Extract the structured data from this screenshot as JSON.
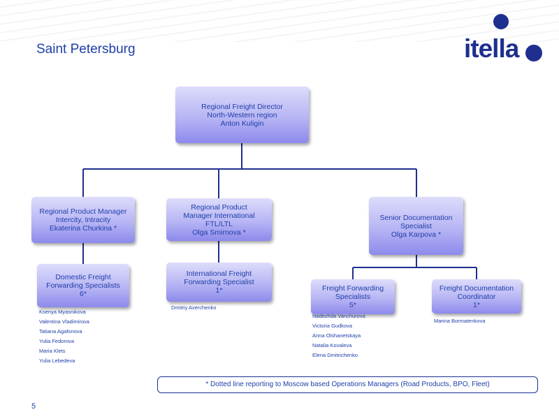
{
  "header": {
    "title": "Saint Petersburg",
    "logo_text": "itella",
    "brand_color": "#1e2f8f"
  },
  "org": {
    "director": {
      "lines": [
        "Regional Freight Director",
        "North-Western region",
        "Anton Kuligin"
      ]
    },
    "managers": [
      {
        "lines": [
          "Regional Product Manager",
          "Intercity, Intracity",
          "Ekaterina Churkina *"
        ],
        "team": {
          "lines": [
            "Domestic Freight",
            "Forwarding Specialists",
            "6*"
          ],
          "members": [
            "Ksenya Myasnikova",
            "Valentina Vladimirova",
            "Tatiana Agafonova",
            "Yulia Fedorova",
            "Maria Klets",
            "Yulia Lebedeva"
          ]
        }
      },
      {
        "lines": [
          "Regional Product",
          "Manager International",
          "FTL/LTL",
          "Olga Smirnova *"
        ],
        "team": {
          "lines": [
            "International Freight",
            "Forwarding Specialist",
            "1*"
          ],
          "members": [
            "Dmitriy Averchenko"
          ]
        }
      },
      {
        "lines": [
          "Senior Documentation",
          "Specialist",
          "Olga Karpova *"
        ],
        "teams": [
          {
            "lines": [
              "Freight Forwarding",
              "Specialists",
              "5*"
            ],
            "members": [
              "Nadezhda Vanchurova",
              "Victoria Gudkova",
              "Anna Olshanetskaya",
              "Natalia Kovaleva",
              "Elena Dmitrichenko"
            ]
          },
          {
            "lines": [
              "Freight Documentation",
              "Coordinator",
              "1*"
            ],
            "members": [
              "Marina Bormatenkova"
            ]
          }
        ]
      }
    ]
  },
  "footnote": "* Dotted line reporting to Moscow based Operations Managers (Road Products, BPO, Fleet)",
  "page_number": "5"
}
